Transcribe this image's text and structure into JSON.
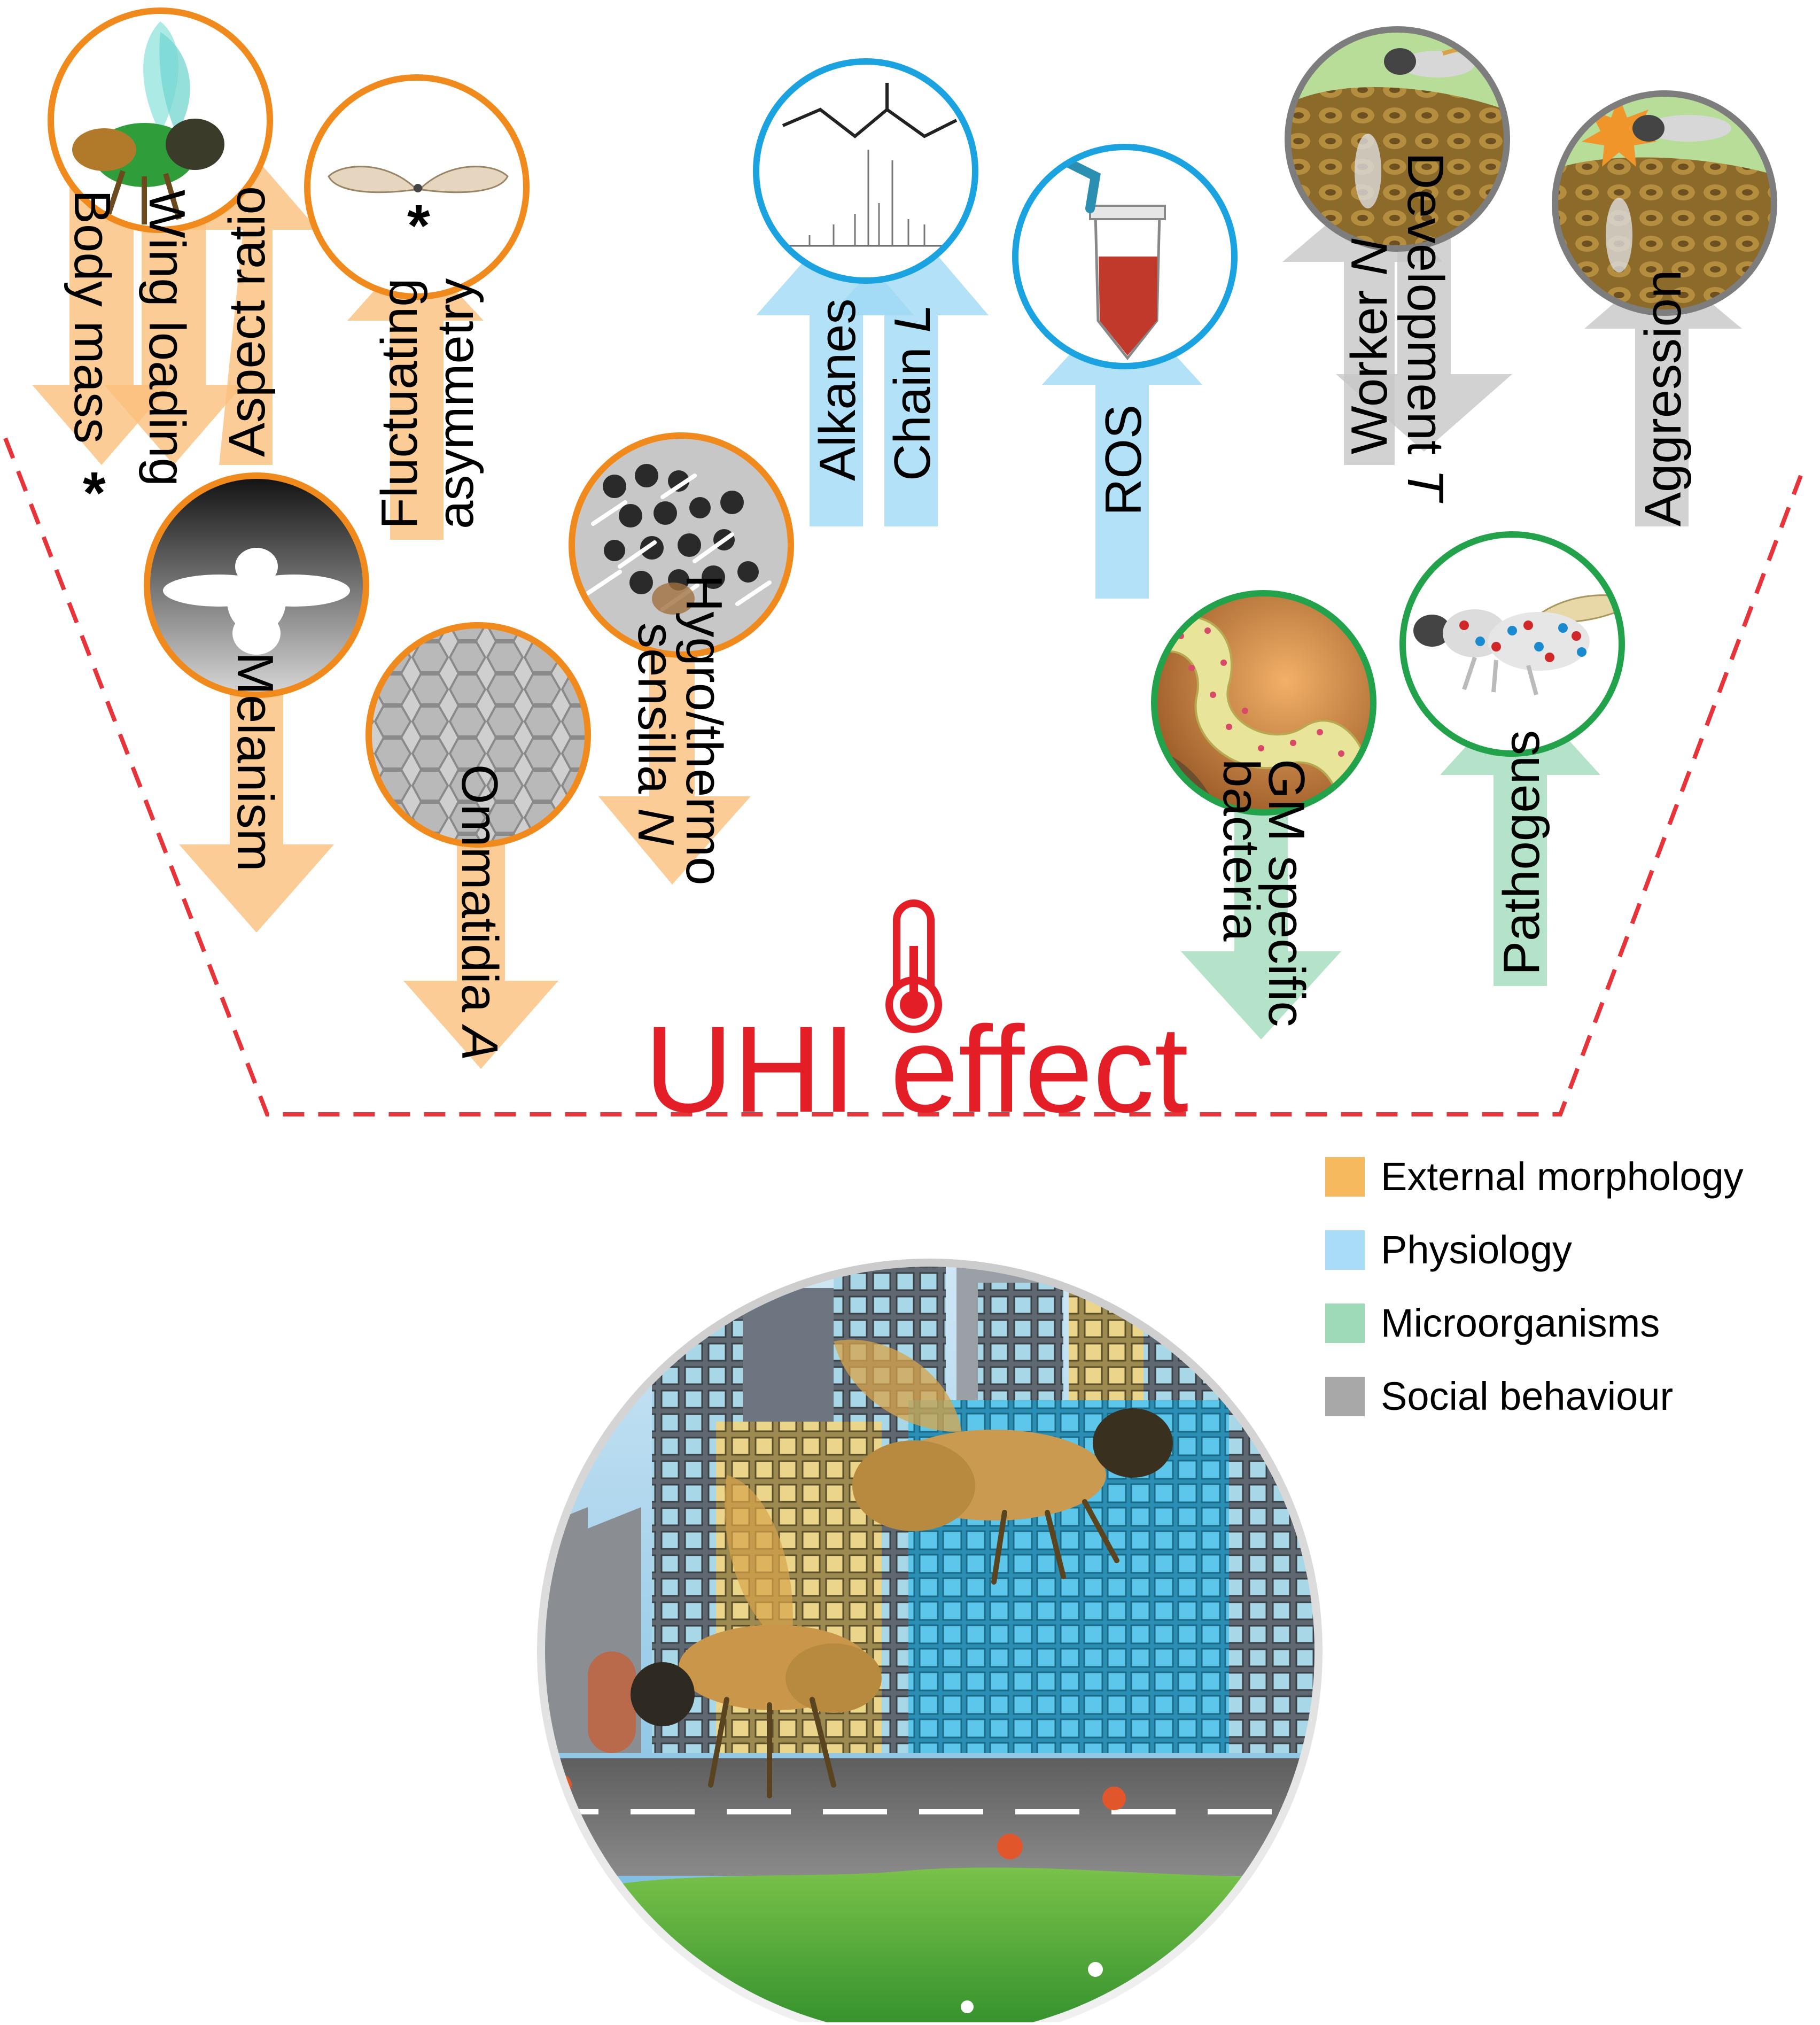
{
  "title": "UHI effect",
  "colors": {
    "external_morphology": "#fbbf7c",
    "physiology": "#9fd9f6",
    "microorganisms": "#a3dcbc",
    "social_behaviour": "#c7c7c7",
    "uhi_red": "#e41e26",
    "ring_orange": "#f08a1c",
    "ring_blue": "#1aa3e0",
    "ring_green": "#22a24a",
    "ring_grey": "#7d7d7d"
  },
  "legend": [
    {
      "label": "External morphology",
      "color": "#f6b95e"
    },
    {
      "label": "Physiology",
      "color": "#a9dcf7"
    },
    {
      "label": "Microorganisms",
      "color": "#9fdab8"
    },
    {
      "label": "Social behaviour",
      "color": "#a8a8a8"
    }
  ],
  "traits": {
    "body_mass": {
      "label": "Body mass",
      "direction": "down",
      "category": "external_morphology",
      "star": "*"
    },
    "wing_loading": {
      "label": "Wing loading",
      "direction": "down",
      "category": "external_morphology"
    },
    "aspect_ratio": {
      "label": "Aspect ratio",
      "direction": "up",
      "category": "external_morphology"
    },
    "fluctuating_asymmetry": {
      "label_line1": "Fluctuating",
      "label_line2": "asymmetry",
      "direction": "up",
      "category": "external_morphology",
      "star": "*"
    },
    "melanism": {
      "label": "Melanism",
      "direction": "down",
      "category": "external_morphology"
    },
    "ommatidia": {
      "label_main": "Ommatidia ",
      "label_var": "A",
      "direction": "down",
      "category": "external_morphology"
    },
    "sensilla": {
      "label_line1": "Hygro/thermo",
      "label_line2_main": "sensilla ",
      "label_line2_var": "N",
      "direction": "down",
      "category": "external_morphology"
    },
    "alkanes": {
      "label": "Alkanes",
      "direction": "up",
      "category": "physiology"
    },
    "chain_length": {
      "label_main": "Chain ",
      "label_var": "L",
      "direction": "up",
      "category": "physiology"
    },
    "ros": {
      "label": "ROS",
      "direction": "up",
      "category": "physiology"
    },
    "worker_number": {
      "label_main": "Worker ",
      "label_var": "N",
      "direction": "up",
      "category": "social_behaviour"
    },
    "development_time": {
      "label_main": "Development ",
      "label_var": "T",
      "direction": "down",
      "category": "social_behaviour"
    },
    "aggression": {
      "label": "Aggression",
      "direction": "up",
      "category": "social_behaviour"
    },
    "gm_bacteria": {
      "label_line1": "GM specific",
      "label_line2": "bacteria",
      "direction": "down",
      "category": "microorganisms"
    },
    "pathogens": {
      "label": "Pathogens",
      "direction": "up",
      "category": "microorganisms"
    }
  },
  "icons": {
    "uhi": "thermometer-icon",
    "body": "bee-photo-icon",
    "wings": "bee-wings-icon",
    "melanism": "bee-silhouette-icon",
    "ommatidia": "compound-eye-icon",
    "sensilla": "antenna-sensilla-icon",
    "alkanes": "chromatogram-icon",
    "ros": "test-tube-icon",
    "colony": "nest-bees-icon",
    "aggression": "aggressive-bee-icon",
    "gut": "gut-bacteria-icon",
    "pathogens": "infected-bee-icon",
    "city": "city-bees-illustration"
  }
}
